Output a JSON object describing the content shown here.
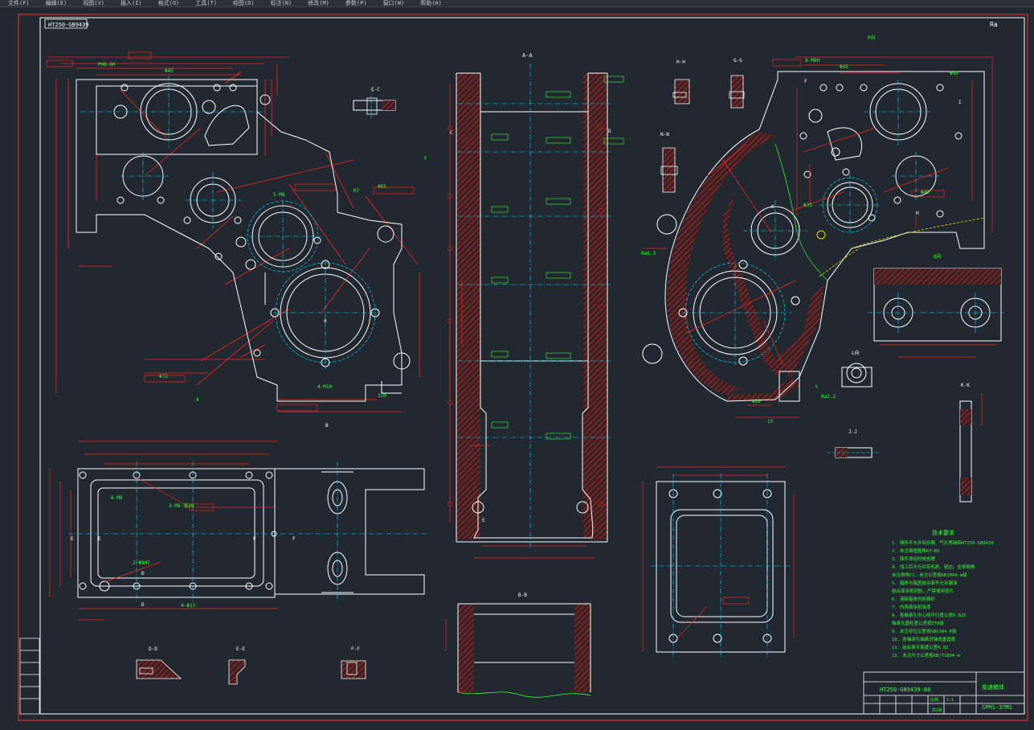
{
  "menu": [
    "文件(F)",
    "编辑(E)",
    "视图(V)",
    "插入(I)",
    "格式(O)",
    "工具(T)",
    "绘图(D)",
    "标注(N)",
    "修改(M)",
    "参数(P)",
    "窗口(W)",
    "帮助(H)"
  ],
  "drawing": {
    "top_left_tag": "HT250-GB9439",
    "surface_symbol": "Ra",
    "views": {
      "a_a": "A-A",
      "b_b": "B-B",
      "c_c": "C-C",
      "d_d": "D-D",
      "e_e": "E-E",
      "f_f": "F-F",
      "g_g": "G-G",
      "h_h": "H-H",
      "n_n": "N-N",
      "j_j": "J-J",
      "k_k": "K-K",
      "l_l": "L向",
      "q_view": "Q向",
      "p_view": "P向"
    },
    "letters": [
      "A",
      "C",
      "E",
      "F",
      "D",
      "I",
      "H",
      "B",
      "K"
    ],
    "tech_title": "技术要求",
    "tech_requirements": [
      "1. 铸件不允许有砂眼、气孔等缺陷HT250-GB9439",
      "2. 未注铸造圆角R3~R5",
      "3. 铸件须经时效处理",
      "4. 加工后不允许有毛刺、锐边，全部倒角",
      "   未注倒角C1，未注公差按GB1804-m级",
      "5. 箱体与箱盖结合面不允许漏油",
      "   结合面涂密封胶，严禁使用垫片",
      "6. 清除箱体内部铸砂",
      "7. 内表面涂耐油漆",
      "8. 各轴承孔中心线平行度公差0.025",
      "   轴承孔圆柱度公差按IT6级",
      "9. 未注形位公差按GB1184-K级",
      "10. 各轴承孔端面对轴线垂直度",
      "11. 结合面平面度公差0.02",
      "12. 未注尺寸公差按GB/T1804-m"
    ],
    "title_block": {
      "material": "HT250-GB9439-88",
      "part_name": "变速箱体",
      "drawing_no": "SPM1-37M1",
      "scale_label": "比例",
      "scale": "1:1",
      "sheet": "共1张"
    },
    "colors": {
      "background": "#212830",
      "geometry": "#ffffff",
      "dimension": "#ff2020",
      "centerline": "#00e5ff",
      "text": "#39ff39",
      "hatch": "#b02020",
      "frame": "#ff3030",
      "yellow": "#e8e000"
    }
  }
}
